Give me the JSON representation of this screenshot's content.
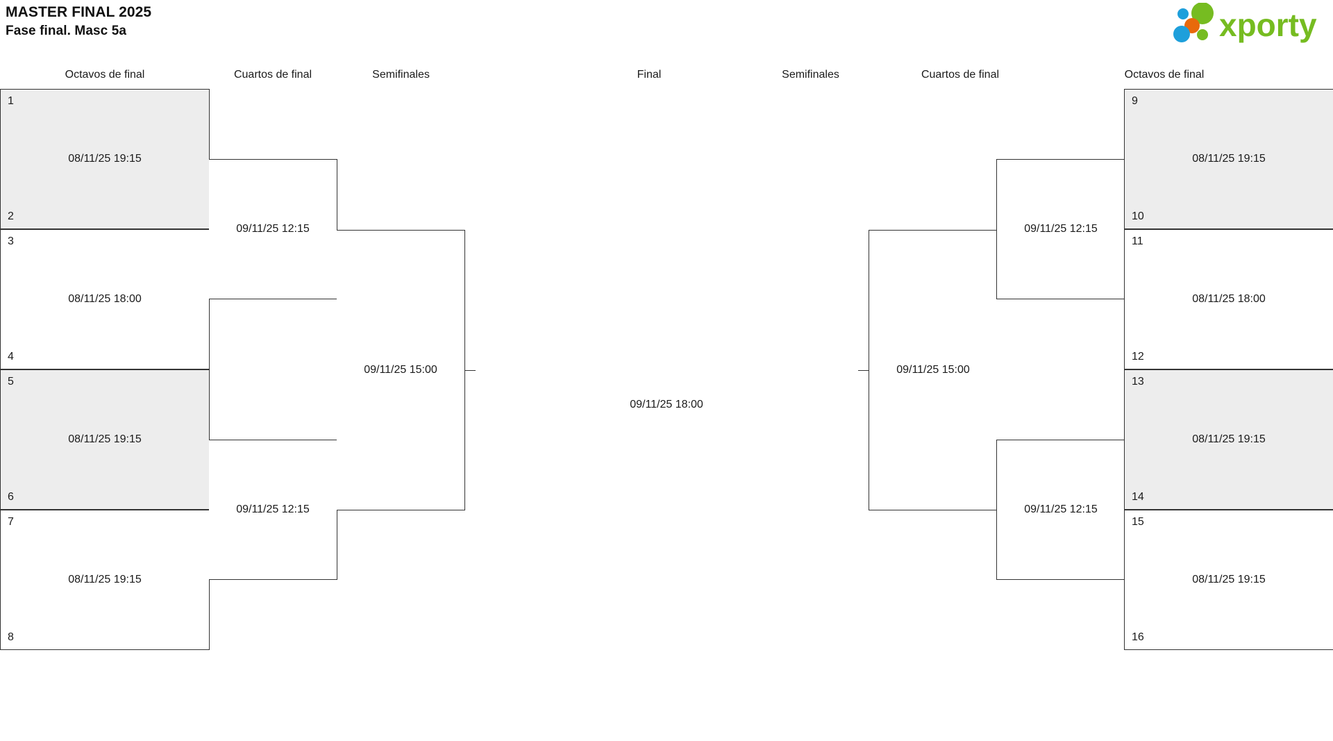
{
  "header": {
    "title": "MASTER FINAL 2025",
    "subtitle": "Fase final. Masc 5a",
    "logo_text": "xporty",
    "logo_colors": {
      "green": "#76bc21",
      "blue": "#1e9fdb",
      "orange": "#e8690b"
    }
  },
  "theme": {
    "border": "#333333",
    "shaded_row": "#ededed",
    "background": "#ffffff",
    "text": "#1a1a1a"
  },
  "round_headers": [
    {
      "label": "Octavos de final",
      "side": "left"
    },
    {
      "label": "Cuartos de final",
      "side": "left"
    },
    {
      "label": "Semifinales",
      "side": "left"
    },
    {
      "label": "Final",
      "side": "center"
    },
    {
      "label": "Semifinales",
      "side": "right"
    },
    {
      "label": "Cuartos de final",
      "side": "right"
    },
    {
      "label": "Octavos de final",
      "side": "right"
    }
  ],
  "left": {
    "octavos": [
      {
        "seed_top": "1",
        "seed_bottom": "2",
        "time": "08/11/25 19:15",
        "shaded": true
      },
      {
        "seed_top": "3",
        "seed_bottom": "4",
        "time": "08/11/25 18:00",
        "shaded": false
      },
      {
        "seed_top": "5",
        "seed_bottom": "6",
        "time": "08/11/25 19:15",
        "shaded": true
      },
      {
        "seed_top": "7",
        "seed_bottom": "8",
        "time": "08/11/25 19:15",
        "shaded": false
      }
    ],
    "cuartos": [
      {
        "time": "09/11/25 12:15"
      },
      {
        "time": "09/11/25 12:15"
      }
    ],
    "semifinal": {
      "time": "09/11/25 15:00"
    }
  },
  "right": {
    "octavos": [
      {
        "seed_top": "9",
        "seed_bottom": "10",
        "time": "08/11/25 19:15",
        "shaded": true
      },
      {
        "seed_top": "11",
        "seed_bottom": "12",
        "time": "08/11/25 18:00",
        "shaded": false
      },
      {
        "seed_top": "13",
        "seed_bottom": "14",
        "time": "08/11/25 19:15",
        "shaded": true
      },
      {
        "seed_top": "15",
        "seed_bottom": "16",
        "time": "08/11/25 19:15",
        "shaded": false
      }
    ],
    "cuartos": [
      {
        "time": "09/11/25 12:15"
      },
      {
        "time": "09/11/25 12:15"
      }
    ],
    "semifinal": {
      "time": "09/11/25 15:00"
    }
  },
  "final": {
    "time": "09/11/25 18:00"
  }
}
